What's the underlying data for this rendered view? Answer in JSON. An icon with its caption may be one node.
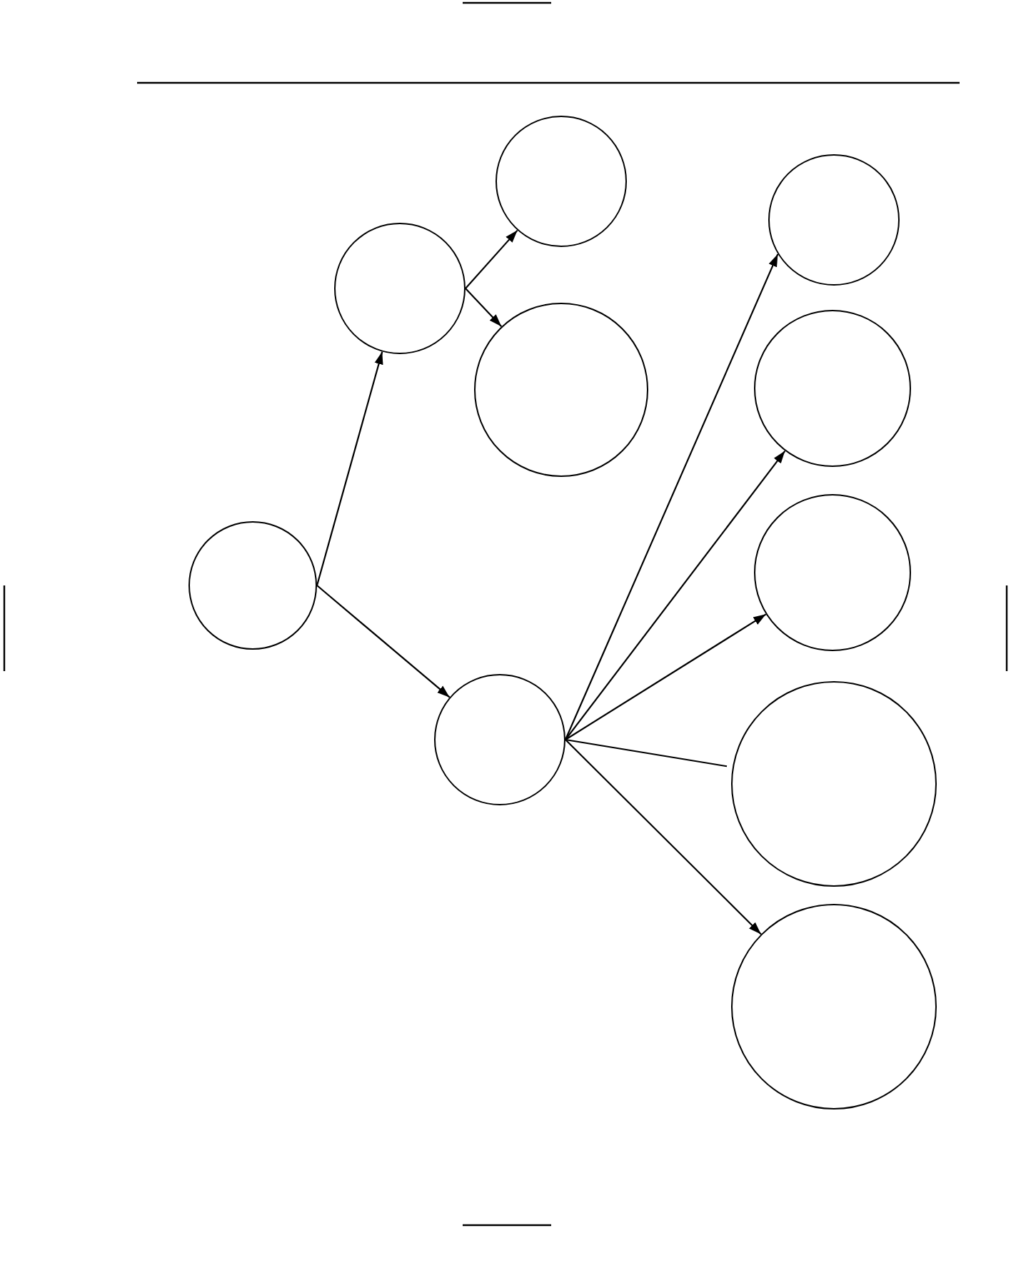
{
  "diagram": {
    "nodes": [
      {
        "text": [],
        "shape": "circle"
      },
      {
        "text": [],
        "shape": "circle"
      },
      {
        "text": [],
        "shape": "circle"
      },
      {
        "text": [],
        "shape": "circle"
      },
      {
        "text": [],
        "shape": "circle"
      },
      {
        "text": [],
        "shape": "circle"
      },
      {
        "text": [],
        "shape": "circle"
      },
      {
        "text": [],
        "shape": "circle"
      },
      {
        "text": [],
        "shape": "circle"
      },
      {
        "text": [],
        "shape": "circle"
      }
    ],
    "edges": [
      {
        "from": 0,
        "to": 1,
        "arrow": "to"
      },
      {
        "from": 1,
        "to": 2,
        "arrow": "to"
      },
      {
        "from": 1,
        "to": 3,
        "arrow": "to"
      },
      {
        "from": 0,
        "to": 4,
        "arrow": "to"
      },
      {
        "from": 4,
        "to": 5,
        "arrow": "to"
      },
      {
        "from": 4,
        "to": 6,
        "arrow": "to"
      },
      {
        "from": 4,
        "to": 7,
        "arrow": "to"
      },
      {
        "from": 4,
        "to": 8,
        "arrow": "none"
      },
      {
        "from": 4,
        "to": 9,
        "arrow": "to"
      }
    ]
  }
}
